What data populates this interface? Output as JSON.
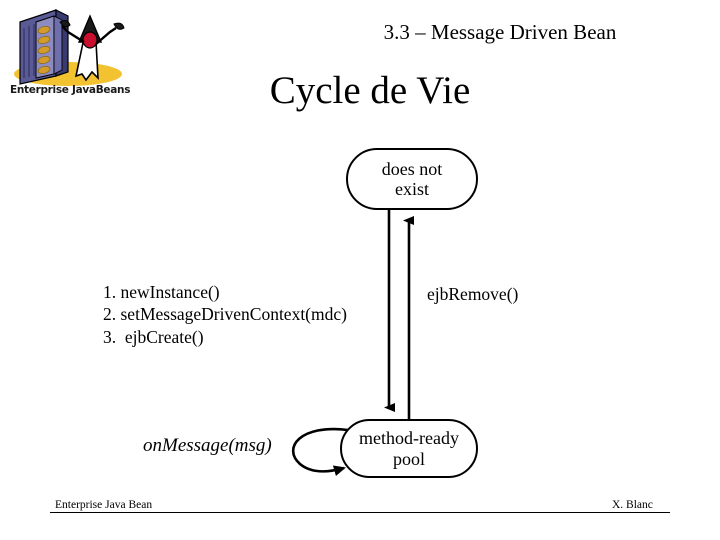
{
  "slide": {
    "subtitle": "3.3 – Message Driven Bean",
    "title": "Cycle de Vie"
  },
  "logo": {
    "caption": "Enterprise JavaBeans",
    "colors": {
      "cabinet": "#4a4a8c",
      "cabinet_dark": "#2a2a55",
      "beans": "#d39b2a",
      "ground": "#f2c230",
      "duke_body": "#ffffff",
      "duke_nose": "#c8102e",
      "outline": "#000000"
    }
  },
  "diagram": {
    "states": [
      {
        "id": "does-not-exist",
        "line1": "does not",
        "line2": "exist"
      },
      {
        "id": "method-ready-pool",
        "line1": "method-ready",
        "line2": "pool"
      }
    ],
    "create_steps": [
      "1. newInstance()",
      "2. setMessageDrivenContext(mdc)",
      "3.  ejbCreate()"
    ],
    "remove_label": "ejbRemove()",
    "onmessage_label": "onMessage(msg)",
    "edge_color": "#000000"
  },
  "footer": {
    "left": "Enterprise Java Bean",
    "right": "X. Blanc"
  }
}
